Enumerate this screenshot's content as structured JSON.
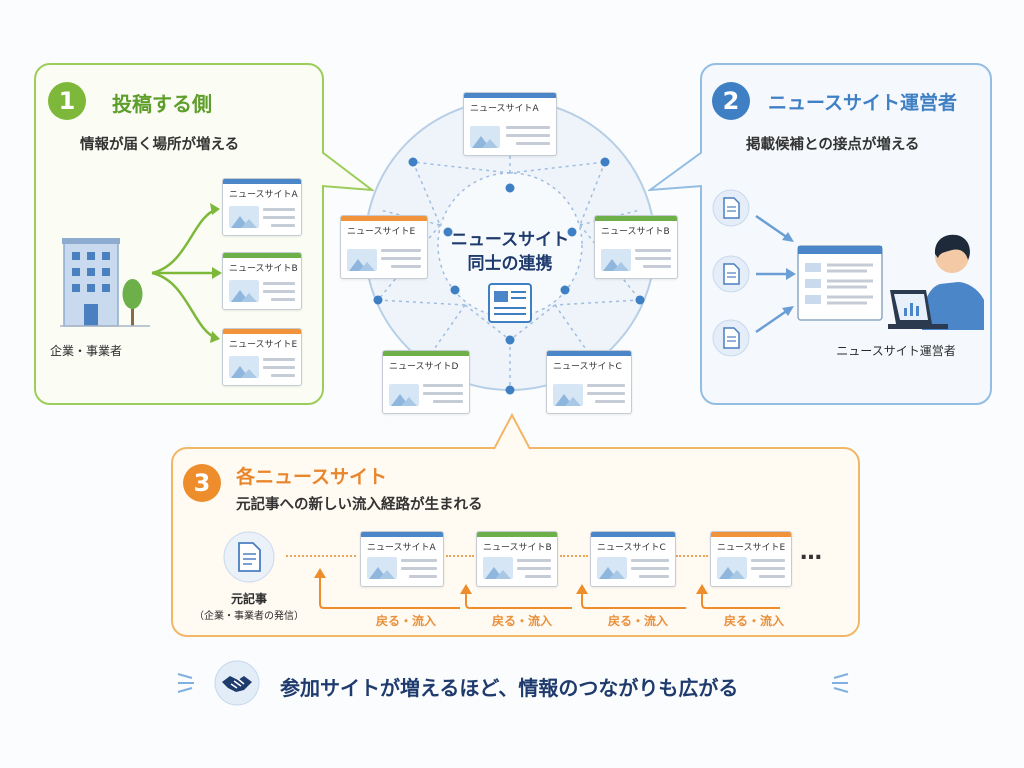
{
  "center": {
    "title_line1": "ニュースサイト",
    "title_line2": "同士の連携"
  },
  "network_cards": [
    "ニュースサイトA",
    "ニュースサイトB",
    "ニュースサイトC",
    "ニュースサイトD",
    "ニュースサイトE"
  ],
  "panel1": {
    "number": "1",
    "title": "投稿する側",
    "subtitle": "情報が届く場所が増える",
    "building_label": "企業・事業者",
    "cards": [
      "ニュースサイトA",
      "ニュースサイトB",
      "ニュースサイトE"
    ]
  },
  "panel2": {
    "number": "2",
    "title": "ニュースサイト運営者",
    "subtitle": "掲載候補との接点が増える",
    "person_label": "ニュースサイト運営者"
  },
  "panel3": {
    "number": "3",
    "title": "各ニュースサイト",
    "subtitle": "元記事への新しい流入経路が生まれる",
    "source_label": "元記事",
    "source_sublabel": "（企業・事業者の発信）",
    "chain_cards": [
      "ニュースサイトA",
      "ニュースサイトB",
      "ニュースサイトC",
      "ニュースサイトE"
    ],
    "ellipsis": "…",
    "return_labels": [
      "戻る・流入",
      "戻る・流入",
      "戻る・流入",
      "戻る・流入"
    ]
  },
  "footer": {
    "message": "参加サイトが増えるほど、情報のつながりも広がる"
  },
  "colors": {
    "green": "#7db83a",
    "blue": "#3f7fc4",
    "orange": "#ee8d2c",
    "navy": "#1f3b6e",
    "card_green": "#6db04a",
    "card_blue": "#4a86c8",
    "card_orange": "#f0933a"
  }
}
